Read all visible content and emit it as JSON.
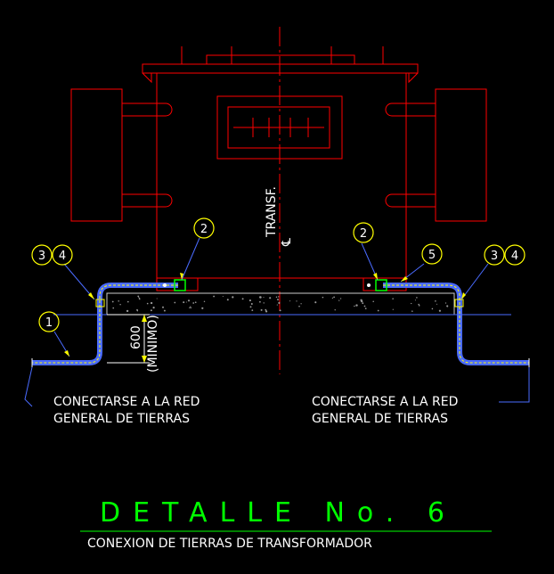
{
  "colors": {
    "background": "#000000",
    "transformer": "#ff0000",
    "ground_conductor": "#4a6bff",
    "conductor_core": "#ffff00",
    "concrete": "#bbbbbb",
    "leader": "#4a6bff",
    "balloon": "#ffff00",
    "text": "#ffffff",
    "title": "#00ff00"
  },
  "centerline_label": "TRANSF.",
  "centerline_symbol": "℄",
  "dimension": {
    "value": "600",
    "note": "(MINIMO)"
  },
  "balloons": {
    "left_pair": [
      "3",
      "4"
    ],
    "left_conductor": "1",
    "left_clamp": "2",
    "right_clamp": "2",
    "right_clamp_extra": "5",
    "right_pair": [
      "3",
      "4"
    ]
  },
  "notes": {
    "left": [
      "CONECTARSE A LA RED",
      "GENERAL DE TIERRAS"
    ],
    "right": [
      "CONECTARSE A LA RED",
      "GENERAL DE TIERRAS"
    ]
  },
  "title": "DETALLE No. 6",
  "subtitle": "CONEXION DE TIERRAS DE TRANSFORMADOR"
}
